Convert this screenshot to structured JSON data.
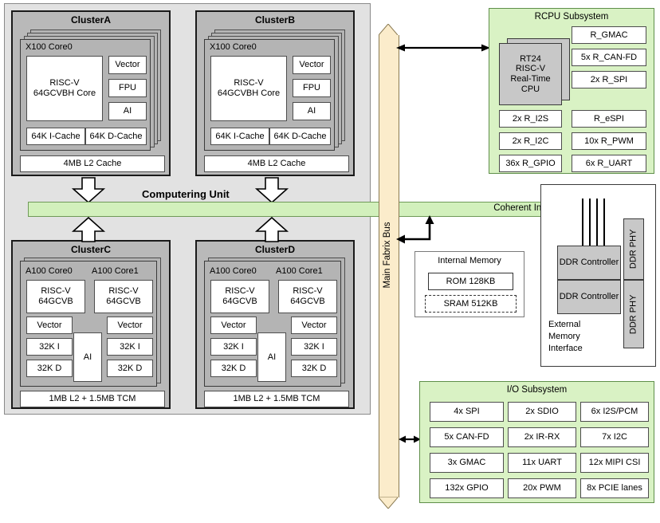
{
  "diagram": {
    "computing_unit": {
      "label": "Computering Unit",
      "clusters": [
        {
          "name": "ClusterA",
          "core_label": "X100 Core0",
          "core_name": "RISC-V\n64GCVBH Core",
          "core_name_line1": "RISC-V",
          "core_name_line2": "64GCVBH Core",
          "accelerators": [
            "Vector",
            "FPU",
            "AI"
          ],
          "caches": [
            "64K I-Cache",
            "64K D-Cache"
          ],
          "l2": "4MB L2 Cache",
          "stack_count": 3
        },
        {
          "name": "ClusterB",
          "core_label": "X100 Core0",
          "core_name_line1": "RISC-V",
          "core_name_line2": "64GCVBH Core",
          "accelerators": [
            "Vector",
            "FPU",
            "AI"
          ],
          "caches": [
            "64K I-Cache",
            "64K D-Cache"
          ],
          "l2": "4MB L2 Cache",
          "stack_count": 3
        },
        {
          "name": "ClusterC",
          "cores": [
            {
              "label": "A100 Core0",
              "name_line1": "RISC-V",
              "name_line2": "64GCVB",
              "vector": "Vector",
              "icache": "32K I",
              "dcache": "32K D"
            },
            {
              "label": "A100 Core1",
              "name_line1": "RISC-V",
              "name_line2": "64GCVB",
              "vector": "Vector",
              "icache": "32K I",
              "dcache": "32K D"
            }
          ],
          "ai": "AI",
          "l2": "1MB L2 + 1.5MB TCM",
          "stack_count": 1
        },
        {
          "name": "ClusterD",
          "cores": [
            {
              "label": "A100 Core0",
              "name_line1": "RISC-V",
              "name_line2": "64GCVB",
              "vector": "Vector",
              "icache": "32K I",
              "dcache": "32K D"
            },
            {
              "label": "A100 Core1",
              "name_line1": "RISC-V",
              "name_line2": "64GCVB",
              "vector": "Vector",
              "icache": "32K I",
              "dcache": "32K D"
            }
          ],
          "ai": "AI",
          "l2": "1MB L2 + 1.5MB TCM",
          "stack_count": 1
        }
      ]
    },
    "coherent_bus": {
      "label": "Coherent Interconnect Bus"
    },
    "main_bus": {
      "label": "Main Fabrix Bus"
    },
    "rcpu_subsystem": {
      "title": "RCPU Subsystem",
      "cpu": {
        "line1": "RT24",
        "line2": "RISC-V",
        "line3": "Real-Time",
        "line4": "CPU",
        "stack_count": 1
      },
      "peripherals_left": [
        "2x R_I2S",
        "2x R_I2C",
        "36x R_GPIO"
      ],
      "peripherals_right": [
        "R_GMAC",
        "5x R_CAN-FD",
        "2x R_SPI",
        "R_eSPI",
        "10x R_PWM",
        "6x R_UART"
      ]
    },
    "internal_memory": {
      "title": "Internal Memory",
      "rom": "ROM 128KB",
      "sram": "SRAM 512KB"
    },
    "external_memory": {
      "title_line1": "External",
      "title_line2": "Memory",
      "title_line3": "Interface",
      "controllers": [
        "DDR Controller",
        "DDR Controller"
      ],
      "phys": [
        "DDR PHY",
        "DDR PHY"
      ]
    },
    "io_subsystem": {
      "title": "I/O Subsystem",
      "col1": [
        "4x SPI",
        "5x CAN-FD",
        "3x GMAC",
        "132x GPIO"
      ],
      "col2": [
        "2x SDIO",
        "2x IR-RX",
        "11x UART",
        "20x PWM"
      ],
      "col3": [
        "6x I2S/PCM",
        "7x I2C",
        "12x MIPI CSI",
        "8x PCIE lanes"
      ]
    },
    "colors": {
      "green_panel": "#d9f2c4",
      "green_bus": "#d2f0bc",
      "cream_bus": "#fbeccb",
      "grey_block": "#c8c8c8",
      "cluster_grey": "#b9b9b9",
      "computing_unit_bg": "#e2e2e2"
    }
  }
}
